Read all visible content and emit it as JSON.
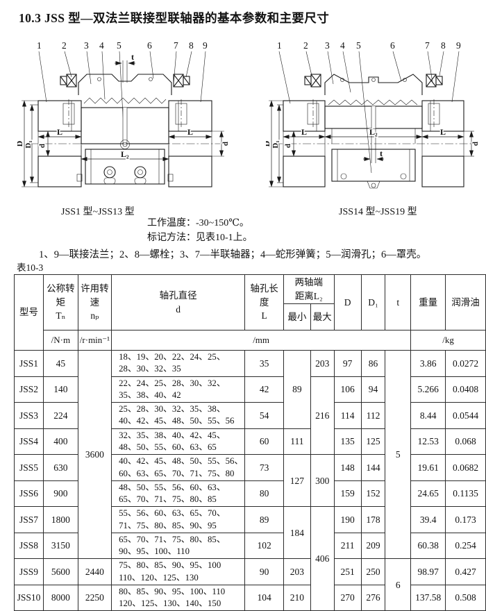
{
  "title": "10.3  JSS 型—双法兰联接型联轴器的基本参数和主要尺寸",
  "figures": {
    "left_caption": "JSS1 型~JSS13 型",
    "right_caption": "JSS14 型~JSS19 型",
    "part_numbers": [
      "1",
      "2",
      "3",
      "4",
      "5",
      "6",
      "7",
      "8",
      "9"
    ],
    "dims": {
      "D": "D",
      "D1": "D₁",
      "d": "d",
      "L": "L",
      "L2": "L₂",
      "t": "t"
    }
  },
  "notes": {
    "temperature": "工作温度：-30~150℃。",
    "marking": "标记方法：见表10-1上。",
    "legend": "1、9—联接法兰；2、8—螺栓；3、7—半联轴器；4—蛇形弹簧；5—润滑孔；6—罩壳。"
  },
  "table": {
    "label": "表10-3",
    "header": {
      "model": "型号",
      "torque1": "公称转矩",
      "torque2": "Tₙ",
      "speed1": "许用转速",
      "speed2": "nₚ",
      "bore1": "轴孔直径",
      "bore2": "d",
      "len1": "轴孔长度",
      "len2": "L",
      "gap1": "两轴端",
      "gap2": "距离L₂",
      "min": "最小",
      "max": "最大",
      "D": "D",
      "D1": "D₁",
      "t": "t",
      "weight": "重量",
      "oil": "润滑油",
      "u_torque": "/N·m",
      "u_speed": "/r·min⁻¹",
      "u_mm": "/mm",
      "u_kg": "/kg"
    },
    "rows": [
      {
        "model": "JSS1",
        "torque": "45",
        "speed": "3600",
        "d1": "18、19、20、22、24、25、",
        "d2": "28、30、32、35",
        "L": "35",
        "min": "89",
        "max": "203",
        "D": "97",
        "D1": "86",
        "t": "5",
        "weight": "3.86",
        "oil": "0.0272"
      },
      {
        "model": "JSS2",
        "torque": "140",
        "d1": "22、24、25、28、30、32、",
        "d2": "35、38、40、42",
        "L": "42",
        "max": "216",
        "D": "106",
        "D1": "94",
        "weight": "5.266",
        "oil": "0.0408"
      },
      {
        "model": "JSS3",
        "torque": "224",
        "d1": "25、28、30、32、35、38、",
        "d2": "40、42、45、48、50、55、56",
        "L": "54",
        "D": "114",
        "D1": "112",
        "weight": "8.44",
        "oil": "0.0544"
      },
      {
        "model": "JSS4",
        "torque": "400",
        "d1": "32、35、38、40、42、45、",
        "d2": "48、50、55、60、63、65",
        "L": "60",
        "min": "111",
        "D": "135",
        "D1": "125",
        "weight": "12.53",
        "oil": "0.068"
      },
      {
        "model": "JSS5",
        "torque": "630",
        "d1": "40、42、45、48、50、55、56、",
        "d2": "60、63、65、70、71、75、80",
        "L": "73",
        "min": "127",
        "max": "300",
        "D": "148",
        "D1": "144",
        "weight": "19.61",
        "oil": "0.0682"
      },
      {
        "model": "JSS6",
        "torque": "900",
        "d1": "48、50、55、56、60、63、",
        "d2": "65、70、71、75、80、85",
        "L": "80",
        "D": "159",
        "D1": "152",
        "weight": "24.65",
        "oil": "0.1135"
      },
      {
        "model": "JSS7",
        "torque": "1800",
        "d1": "55、56、60、63、65、70、",
        "d2": "71、75、80、85、90、95",
        "L": "89",
        "min": "184",
        "max": "406",
        "D": "190",
        "D1": "178",
        "weight": "39.4",
        "oil": "0.173"
      },
      {
        "model": "JSS8",
        "torque": "3150",
        "d1": "65、70、71、75、80、85、",
        "d2": "90、95、100、110",
        "L": "102",
        "D": "211",
        "D1": "209",
        "weight": "60.38",
        "oil": "0.254"
      },
      {
        "model": "JSS9",
        "torque": "5600",
        "speed": "2440",
        "d1": "75、80、85、90、95、100",
        "d2": "110、120、125、130",
        "L": "90",
        "min": "203",
        "D": "251",
        "D1": "250",
        "t": "6",
        "weight": "98.97",
        "oil": "0.427"
      },
      {
        "model": "JSS10",
        "torque": "8000",
        "speed": "2250",
        "d1": "80、85、90、95、100、110",
        "d2": "120、125、130、140、150",
        "L": "104",
        "min": "210",
        "D": "270",
        "D1": "276",
        "weight": "137.58",
        "oil": "0.508"
      }
    ]
  }
}
